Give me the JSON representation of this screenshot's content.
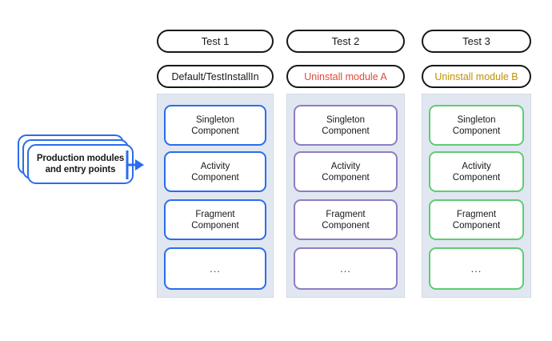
{
  "diagram": {
    "title_hidden": "Hilt test component hierarchy per test",
    "source_block": {
      "label": "Production modules\nand entry points",
      "line1": "Production modules",
      "line2": "and entry points",
      "border_color": "#2B6CEE",
      "stack_layers": 3
    },
    "arrow": {
      "name": "arrow-to-test-1",
      "color": "#2B6CEE",
      "direction": "right"
    },
    "columns": [
      {
        "id": "test-1",
        "title": "Test 1",
        "subtitle": "Default/TestInstallIn",
        "subtitle_color": "#17181a",
        "accent": "#2B6CEE",
        "panel_bg": "#E1E7F0",
        "components": [
          {
            "line1": "Singleton",
            "line2": "Component",
            "text": "Singleton Component"
          },
          {
            "line1": "Activity",
            "line2": "Component",
            "text": "Activity Component"
          },
          {
            "line1": "Fragment",
            "line2": "Component",
            "text": "Fragment Component"
          },
          {
            "line1": "...",
            "line2": "",
            "text": "..."
          }
        ]
      },
      {
        "id": "test-2",
        "title": "Test 2",
        "subtitle": "Uninstall module A",
        "subtitle_color": "#E3473A",
        "accent": "#8E7CC3",
        "panel_bg": "#E1E7F0",
        "components": [
          {
            "line1": "Singleton",
            "line2": "Component",
            "text": "Singleton Component"
          },
          {
            "line1": "Activity",
            "line2": "Component",
            "text": "Activity Component"
          },
          {
            "line1": "Fragment",
            "line2": "Component",
            "text": "Fragment Component"
          },
          {
            "line1": "...",
            "line2": "",
            "text": "..."
          }
        ]
      },
      {
        "id": "test-3",
        "title": "Test 3",
        "subtitle": "Uninstall module B",
        "subtitle_color": "#C19000",
        "accent": "#5FCC72",
        "panel_bg": "#E1E7F0",
        "components": [
          {
            "line1": "Singleton",
            "line2": "Component",
            "text": "Singleton Component"
          },
          {
            "line1": "Activity",
            "line2": "Component",
            "text": "Activity Component"
          },
          {
            "line1": "Fragment",
            "line2": "Component",
            "text": "Fragment Component"
          },
          {
            "line1": "...",
            "line2": "",
            "text": "..."
          }
        ]
      }
    ]
  }
}
